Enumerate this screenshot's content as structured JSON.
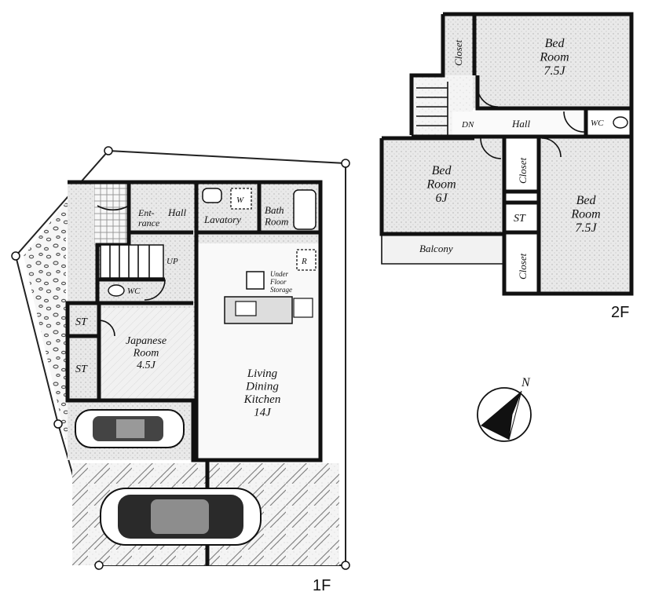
{
  "floors": {
    "first": {
      "label": "1F",
      "rooms": {
        "entrance": "Ent-\nrance",
        "hall": "Hall",
        "lavatory": "Lavatory",
        "washer": "W",
        "bath_room": "Bath\nRoom",
        "refrigerator": "R",
        "up": "UP",
        "under_floor_storage": "Under\nFloor\nStorage",
        "wc": "WC",
        "st_top": "ST",
        "st_bottom": "ST",
        "japanese_room": "Japanese\nRoom\n4.5J",
        "ldk": "Living\nDining\nKitchen\n14J"
      }
    },
    "second": {
      "label": "2F",
      "rooms": {
        "closet_top": "Closet",
        "bed_room_top": "Bed\nRoom\n7.5J",
        "dn": "DN",
        "hall": "Hall",
        "wc": "WC",
        "bed_room_left": "Bed\nRoom\n6J",
        "closet_mid": "Closet",
        "st": "ST",
        "closet_low": "Closet",
        "bed_room_right": "Bed\nRoom\n7.5J",
        "balcony": "Balcony"
      }
    }
  },
  "compass": {
    "label": "N",
    "icon": "north-arrow-icon"
  }
}
